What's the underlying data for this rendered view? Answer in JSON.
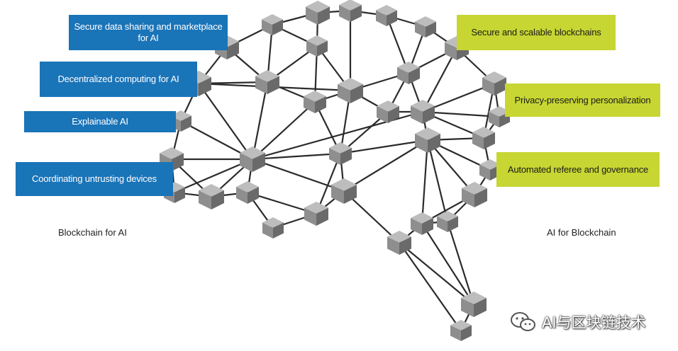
{
  "blockchain_for_ai": {
    "caption": "Blockchain for AI",
    "labels": [
      "Secure data sharing and marketplace for AI",
      "Decentralized computing for AI",
      "Explainable AI",
      "Coordinating untrusting devices"
    ]
  },
  "ai_for_blockchain": {
    "caption": "AI for Blockchain",
    "labels": [
      "Secure and scalable blockchains",
      "Privacy-preserving personalization",
      "Automated referee and governance"
    ]
  },
  "watermark": {
    "text": "AI与区块链技术",
    "icon": "wechat-icon"
  },
  "colors": {
    "blue_label": "#1a74b8",
    "lime_label": "#c7d632",
    "cube_top": "#bdbdbd",
    "cube_left": "#8e8e8e",
    "cube_right": "#6a6a6a",
    "edge": "#2b2b2b"
  }
}
